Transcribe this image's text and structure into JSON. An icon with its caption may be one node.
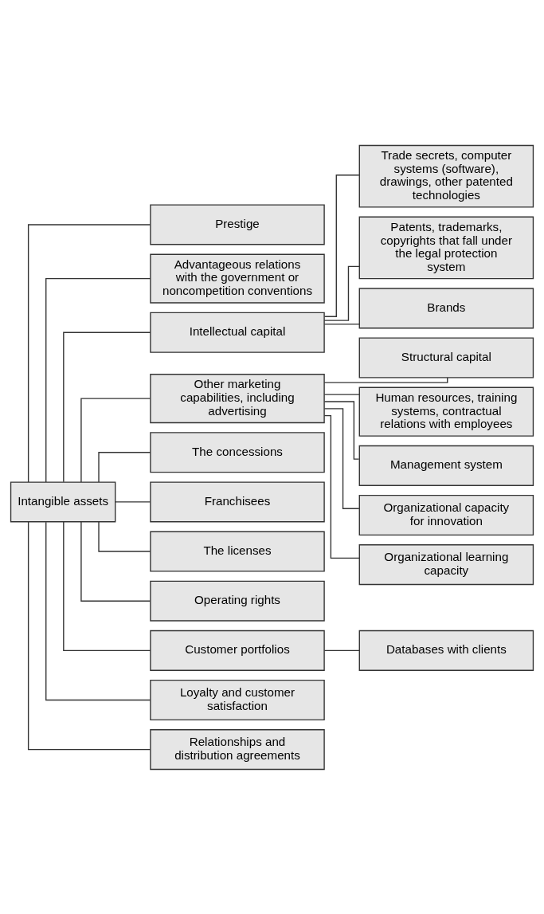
{
  "diagram": {
    "nodes": [
      {
        "text": [
          "Intangible assets"
        ]
      },
      {
        "text": [
          "Prestige"
        ]
      },
      {
        "text": [
          "Advantageous relations with the government or noncompetition conventions"
        ]
      },
      {
        "text": [
          "Intellectual capital"
        ]
      },
      {
        "text": [
          "Trade secrets, computer systems (software), drawings, other patented technologies"
        ]
      },
      {
        "text": [
          "Patents, trademarks, copyrights that fall under the legal protection system"
        ]
      },
      {
        "text": [
          "Brands"
        ]
      },
      {
        "text": [
          "Other marketing capabilities, including advertising"
        ]
      },
      {
        "text": [
          "Structural capital"
        ]
      },
      {
        "text": [
          "Human resources, training systems, contractual relations with employees"
        ]
      },
      {
        "text": [
          "Management system"
        ]
      },
      {
        "text": [
          "Organizational capacity for innovation"
        ]
      },
      {
        "text": [
          "Organizational learning capacity"
        ]
      },
      {
        "text": [
          "The concessions"
        ]
      },
      {
        "text": [
          "Franchisees"
        ]
      },
      {
        "text": [
          "The licenses"
        ]
      },
      {
        "text": [
          "Operating rights"
        ]
      },
      {
        "text": [
          "Customer portfolios"
        ]
      },
      {
        "text": [
          "Databases with clients"
        ]
      },
      {
        "text": [
          "Loyalty and customer satisfaction"
        ]
      },
      {
        "text": [
          "Relationships and distribution agreements"
        ]
      }
    ],
    "edges": [
      {
        "from": 0,
        "to": 1,
        "arrow": "none"
      },
      {
        "from": 0,
        "to": 2,
        "arrow": "none"
      },
      {
        "from": 0,
        "to": 3,
        "arrow": "none"
      },
      {
        "from": 3,
        "to": 4,
        "arrow": "none"
      },
      {
        "from": 3,
        "to": 5,
        "arrow": "none"
      },
      {
        "from": 3,
        "to": 6,
        "arrow": "none"
      },
      {
        "from": 0,
        "to": 7,
        "arrow": "none"
      },
      {
        "from": 7,
        "to": 8,
        "arrow": "none"
      },
      {
        "from": 7,
        "to": 9,
        "arrow": "none"
      },
      {
        "from": 7,
        "to": 10,
        "arrow": "none"
      },
      {
        "from": 7,
        "to": 11,
        "arrow": "none"
      },
      {
        "from": 7,
        "to": 12,
        "arrow": "none"
      },
      {
        "from": 0,
        "to": 13,
        "arrow": "none"
      },
      {
        "from": 0,
        "to": 14,
        "arrow": "none"
      },
      {
        "from": 0,
        "to": 15,
        "arrow": "none"
      },
      {
        "from": 0,
        "to": 16,
        "arrow": "none"
      },
      {
        "from": 0,
        "to": 17,
        "arrow": "none"
      },
      {
        "from": 17,
        "to": 18,
        "arrow": "none"
      },
      {
        "from": 0,
        "to": 19,
        "arrow": "none"
      },
      {
        "from": 0,
        "to": 20,
        "arrow": "none"
      }
    ]
  }
}
